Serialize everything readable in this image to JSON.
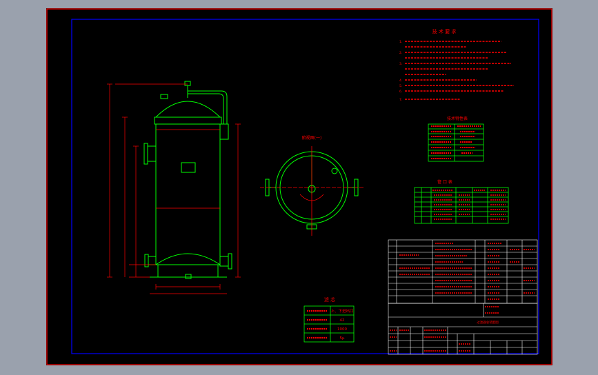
{
  "drawing": {
    "background": "#000000",
    "frame_colors": {
      "outer": "#ff0000",
      "inner": "#0000ff"
    },
    "line_colors": {
      "vessel": "#00ff00",
      "dimension": "#ff0000",
      "notes": "#ff0000",
      "table": "#00ff00"
    }
  },
  "tech_requirements": {
    "title": "技 术 要 求",
    "items": [
      "1.",
      "2.",
      "3.",
      "4.",
      "5.",
      "6.",
      "7."
    ]
  },
  "tech_characteristics": {
    "title": "技术特性表"
  },
  "nozzle_table": {
    "title": "管 口 表"
  },
  "section_view": {
    "title": "俯视图(一)"
  },
  "filter_table": {
    "title": "滤 芯",
    "rows": [
      {
        "value": "上、下进出口"
      },
      {
        "value": "42"
      },
      {
        "value": "1000"
      },
      {
        "value": "5μ"
      }
    ]
  },
  "title_block": {
    "drawing_name": "过滤器总装配图"
  }
}
